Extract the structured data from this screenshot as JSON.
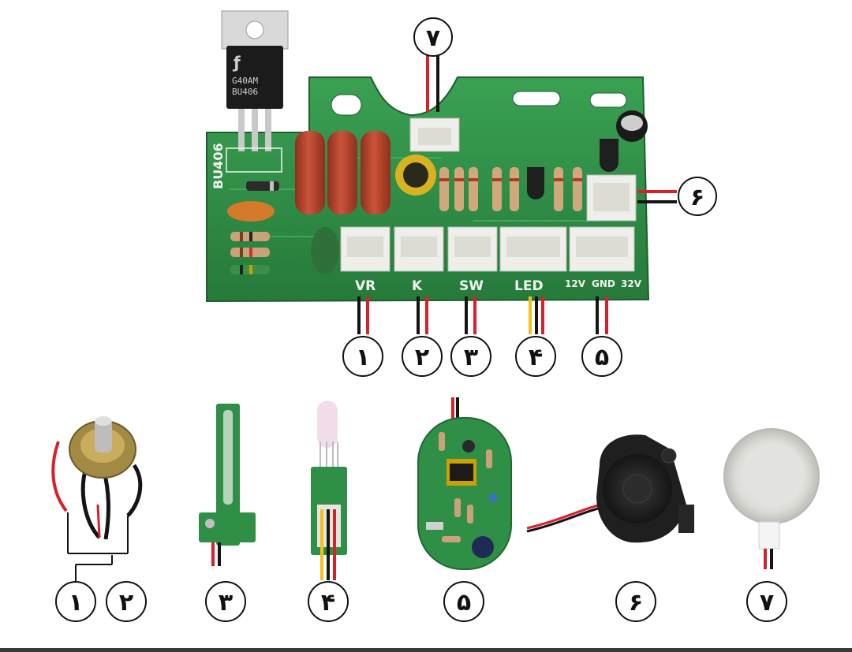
{
  "pcb": {
    "silkscreen": {
      "transistor": "BU406",
      "vr": "VR",
      "k": "K",
      "sw": "SW",
      "led": "LED",
      "v12": "12V",
      "gnd": "GND",
      "v32": "32V",
      "chip_top": "G40AM",
      "chip_bottom": "BU406"
    },
    "callouts": [
      "۱",
      "۲",
      "۳",
      "۴",
      "۵",
      "۶",
      "۷"
    ]
  },
  "components": {
    "labels": [
      "۱",
      "۲",
      "۳",
      "۴",
      "۵",
      "۶",
      "۷"
    ]
  },
  "colors": {
    "pcb_green": "#2f8f46",
    "capacitor_red": "#b5442c",
    "wire_red": "#d8202a",
    "wire_black": "#141414",
    "wire_yellow": "#f2c21b",
    "connector_white": "#eeeeea"
  }
}
